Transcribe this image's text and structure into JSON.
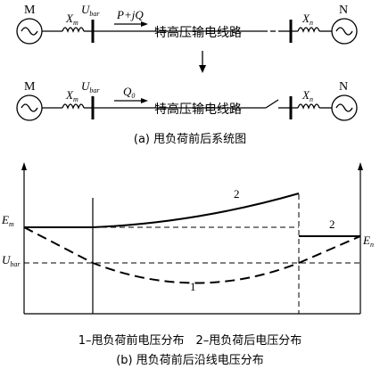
{
  "top": {
    "gen_left": "M",
    "gen_right": "N",
    "xm_main": "X",
    "xm_sub": "m",
    "xn_main": "X",
    "xn_sub": "n",
    "ubar_main": "U",
    "ubar_sub": "bar",
    "flow_label": "P+jQ",
    "line_label": "特高压输电线路"
  },
  "bottom": {
    "gen_left": "M",
    "gen_right": "N",
    "xm_main": "X",
    "xm_sub": "m",
    "xn_main": "X",
    "xn_sub": "n",
    "ubar_main": "U",
    "ubar_sub": "bar",
    "flow_main": "Q",
    "flow_sub": "0",
    "line_label": "特高压输电线路"
  },
  "caption_a": "(a) 甩负荷前后系统图",
  "plot": {
    "em_main": "E",
    "em_sub": "m",
    "en_main": "E",
    "en_sub": "n",
    "ubar_main": "U",
    "ubar_sub": "bar",
    "curve1_label": "1",
    "curve2_label": "2",
    "curve2_right_label": "2"
  },
  "legend": "1–甩负荷前电压分布　2–甩负荷后电压分布",
  "caption_b": "(b) 甩负荷前后沿线电压分布"
}
